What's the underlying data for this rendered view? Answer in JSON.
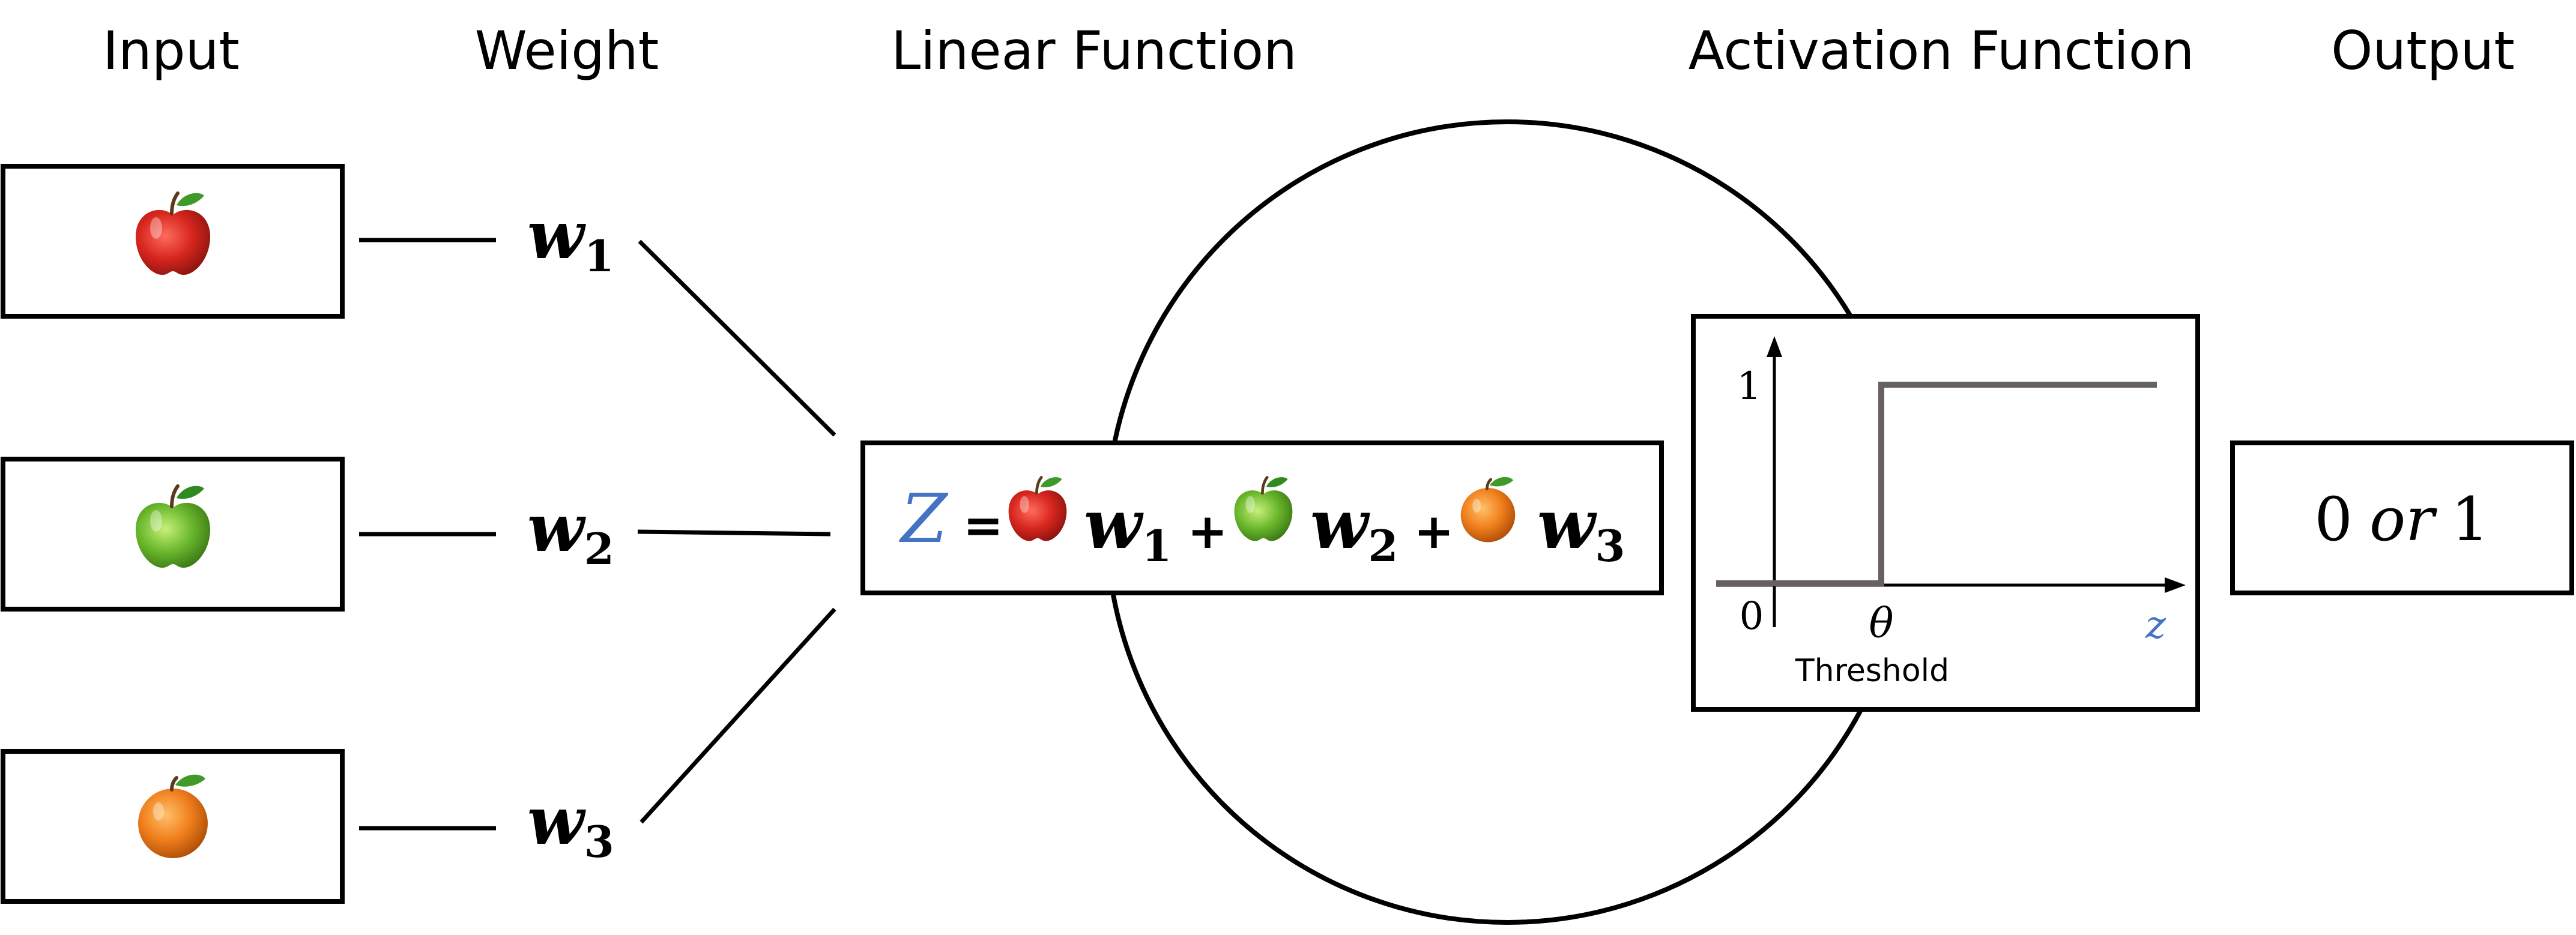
{
  "headers": {
    "input": "Input",
    "weight": "Weight",
    "linear": "Linear Function",
    "activation": "Activation Function",
    "output": "Output"
  },
  "inputs": [
    {
      "icon": "red-apple-icon"
    },
    {
      "icon": "green-apple-icon"
    },
    {
      "icon": "orange-icon"
    }
  ],
  "weights": [
    {
      "symbol": "w",
      "subscript": "1"
    },
    {
      "symbol": "w",
      "subscript": "2"
    },
    {
      "symbol": "w",
      "subscript": "3"
    }
  ],
  "equation": {
    "lhs": "Z",
    "equals": "=",
    "plus": "+",
    "w": "w",
    "sub1": "1",
    "sub2": "2",
    "sub3": "3"
  },
  "activation_plot": {
    "y_tick_one": "1",
    "origin_label": "0",
    "threshold_symbol": "θ",
    "threshold_label": "Threshold",
    "x_axis_label": "z",
    "step": {
      "low": 0,
      "high": 1
    }
  },
  "output": {
    "zero": "0",
    "or": "or",
    "one": "1"
  },
  "colors": {
    "z_blue": "#4472c4",
    "step_line": "#666060",
    "red_apple": "#d7261e",
    "green_apple": "#6ab82c",
    "orange": "#f07f1c"
  }
}
